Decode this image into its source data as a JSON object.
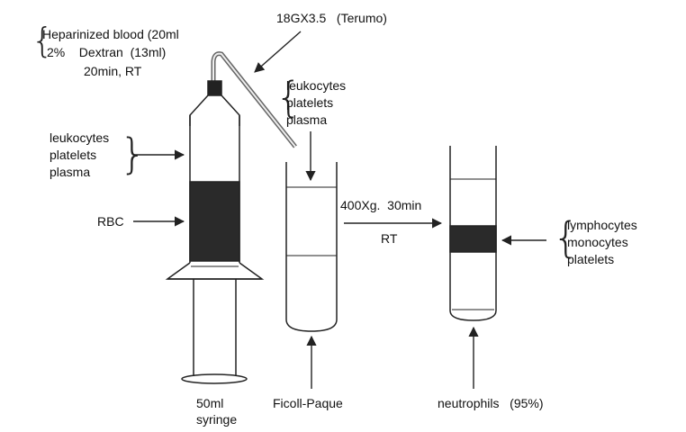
{
  "prep": {
    "line1": "Heparinized blood   (20ml",
    "line2": "2%    Dextran  (13ml)",
    "line3": "20min, RT"
  },
  "needle": "18GX3.5   (Terumo)",
  "top_layer": {
    "a": "leukocytes",
    "b": "platelets",
    "c": "plasma"
  },
  "syringe_layer": {
    "a": "leukocytes",
    "b": "platelets",
    "c": "plasma"
  },
  "rbc": "RBC",
  "centrifuge": {
    "line1": "400Xg.  30min",
    "line2": "RT"
  },
  "band": {
    "a": "lymphocytes",
    "b": "monocytes",
    "c": "platelets"
  },
  "syringe": {
    "line1": "50ml",
    "line2": "syringe"
  },
  "ficoll": "Ficoll-Paque",
  "neutrophils": "neutrophils   (95%)"
}
